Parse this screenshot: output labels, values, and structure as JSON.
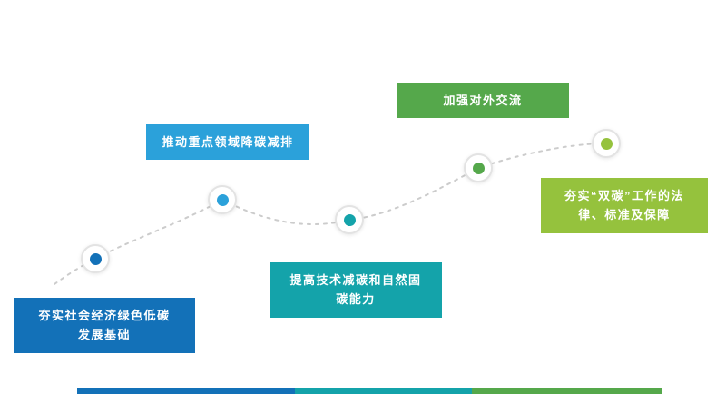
{
  "diagram": {
    "description": "dual-carbon roadmap with dashed curve and five milestone nodes",
    "connector": {
      "color": "#cccccc",
      "style": "dashed"
    },
    "nodes": [
      {
        "name": "economic-green-foundation",
        "color": "#1371b8",
        "lines": [
          "夯实社会经济绿色低碳",
          "发展基础"
        ]
      },
      {
        "name": "key-sectors-emission-reduction",
        "color": "#2ba1da",
        "lines": [
          "推动重点领域降碳减排"
        ]
      },
      {
        "name": "tech-and-natural-carbon",
        "color": "#14a3aa",
        "lines": [
          "提高技术减碳和自然固",
          "碳能力"
        ]
      },
      {
        "name": "international-exchange",
        "color": "#55a84b",
        "lines": [
          "加强对外交流"
        ]
      },
      {
        "name": "legal-standards-support",
        "color": "#95c23d",
        "lines": [
          "夯实“双碳”工作的法",
          "律、标准及保障"
        ]
      }
    ],
    "bottom_strip": [
      {
        "color": "#1371b8"
      },
      {
        "color": "#14a3aa"
      },
      {
        "color": "#55a84b"
      }
    ]
  }
}
